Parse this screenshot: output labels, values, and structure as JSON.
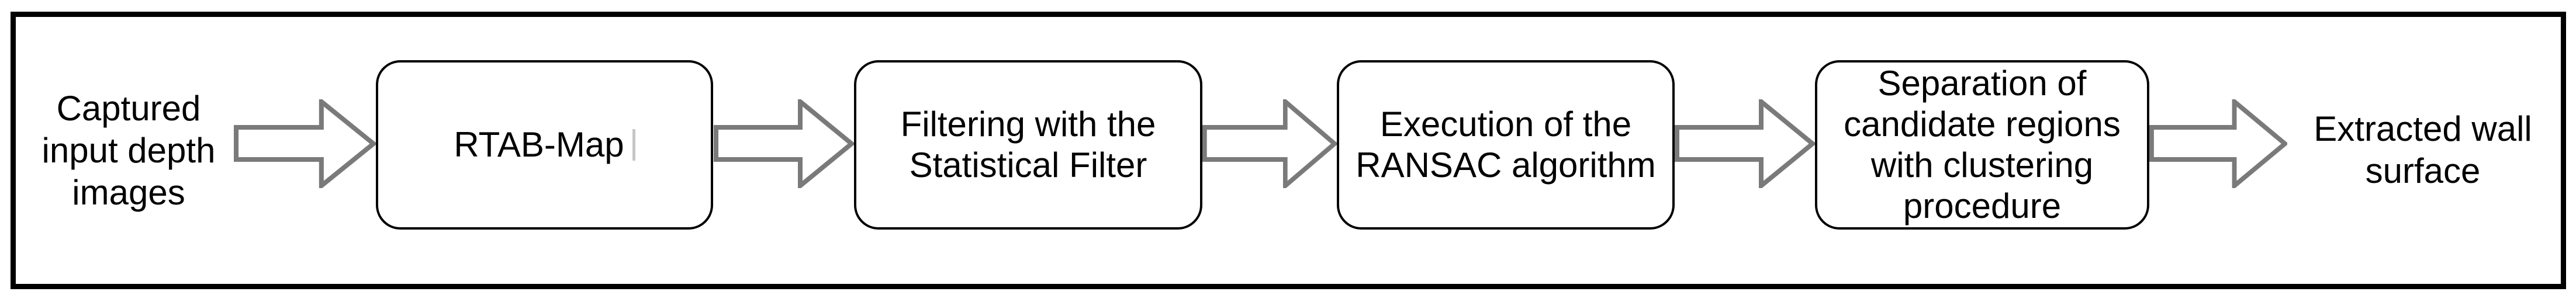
{
  "flowchart": {
    "description": "Wall surface extraction pipeline flow diagram",
    "input_label": "Captured\ninput depth\nimages",
    "steps": [
      "RTAB-Map",
      "Filtering with the\nStatistical Filter",
      "Execution of the\nRANSAC algorithm",
      "Separation of\ncandidate regions\nwith clustering\nprocedure"
    ],
    "output_label": "Extracted wall\nsurface",
    "arrow_count": 5,
    "colors": {
      "background": "#ffffff",
      "frame_border": "#000000",
      "box_border": "#000000",
      "box_fill": "#ffffff",
      "text": "#000000",
      "arrow_outline": "#7a7a7a",
      "arrow_fill": "#ffffff",
      "caret_artifact": "#c6c6c6"
    }
  }
}
